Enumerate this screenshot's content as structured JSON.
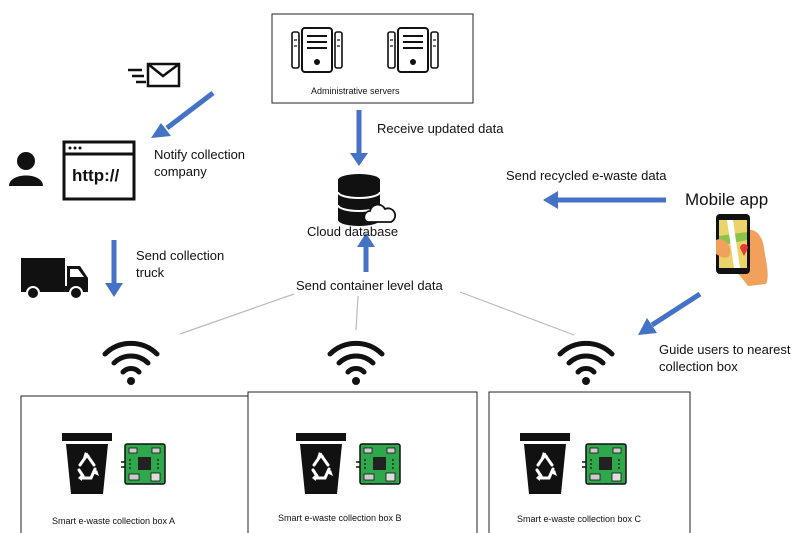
{
  "servers": {
    "label": "Administrative servers"
  },
  "cloud": {
    "label": "Cloud database"
  },
  "edges": {
    "receive_updated": "Receive updated data",
    "notify_company": [
      "Notify collection",
      "company"
    ],
    "send_truck": [
      "Send collection",
      "truck"
    ],
    "send_container_level": "Send container level data",
    "send_recycled": "Send recycled e-waste data",
    "guide_users": [
      "Guide users to nearest",
      "collection box"
    ]
  },
  "browser": {
    "url_text": "http://"
  },
  "mobile": {
    "label": "Mobile app"
  },
  "boxes": [
    {
      "label": "Smart e-waste collection box A"
    },
    {
      "label": "Smart e-waste collection box B"
    },
    {
      "label": "Smart e-waste collection box C"
    }
  ],
  "colors": {
    "arrow": "#4472C4",
    "line": "#BBBBBB",
    "icon": "#111111",
    "board": "#2EA84A"
  },
  "icons": [
    "email-icon",
    "user-icon",
    "browser-icon",
    "truck-icon",
    "server-icon",
    "database-icon",
    "cloud-icon",
    "wifi-icon",
    "recycle-bin-icon",
    "circuit-board-icon",
    "phone-map-icon"
  ]
}
